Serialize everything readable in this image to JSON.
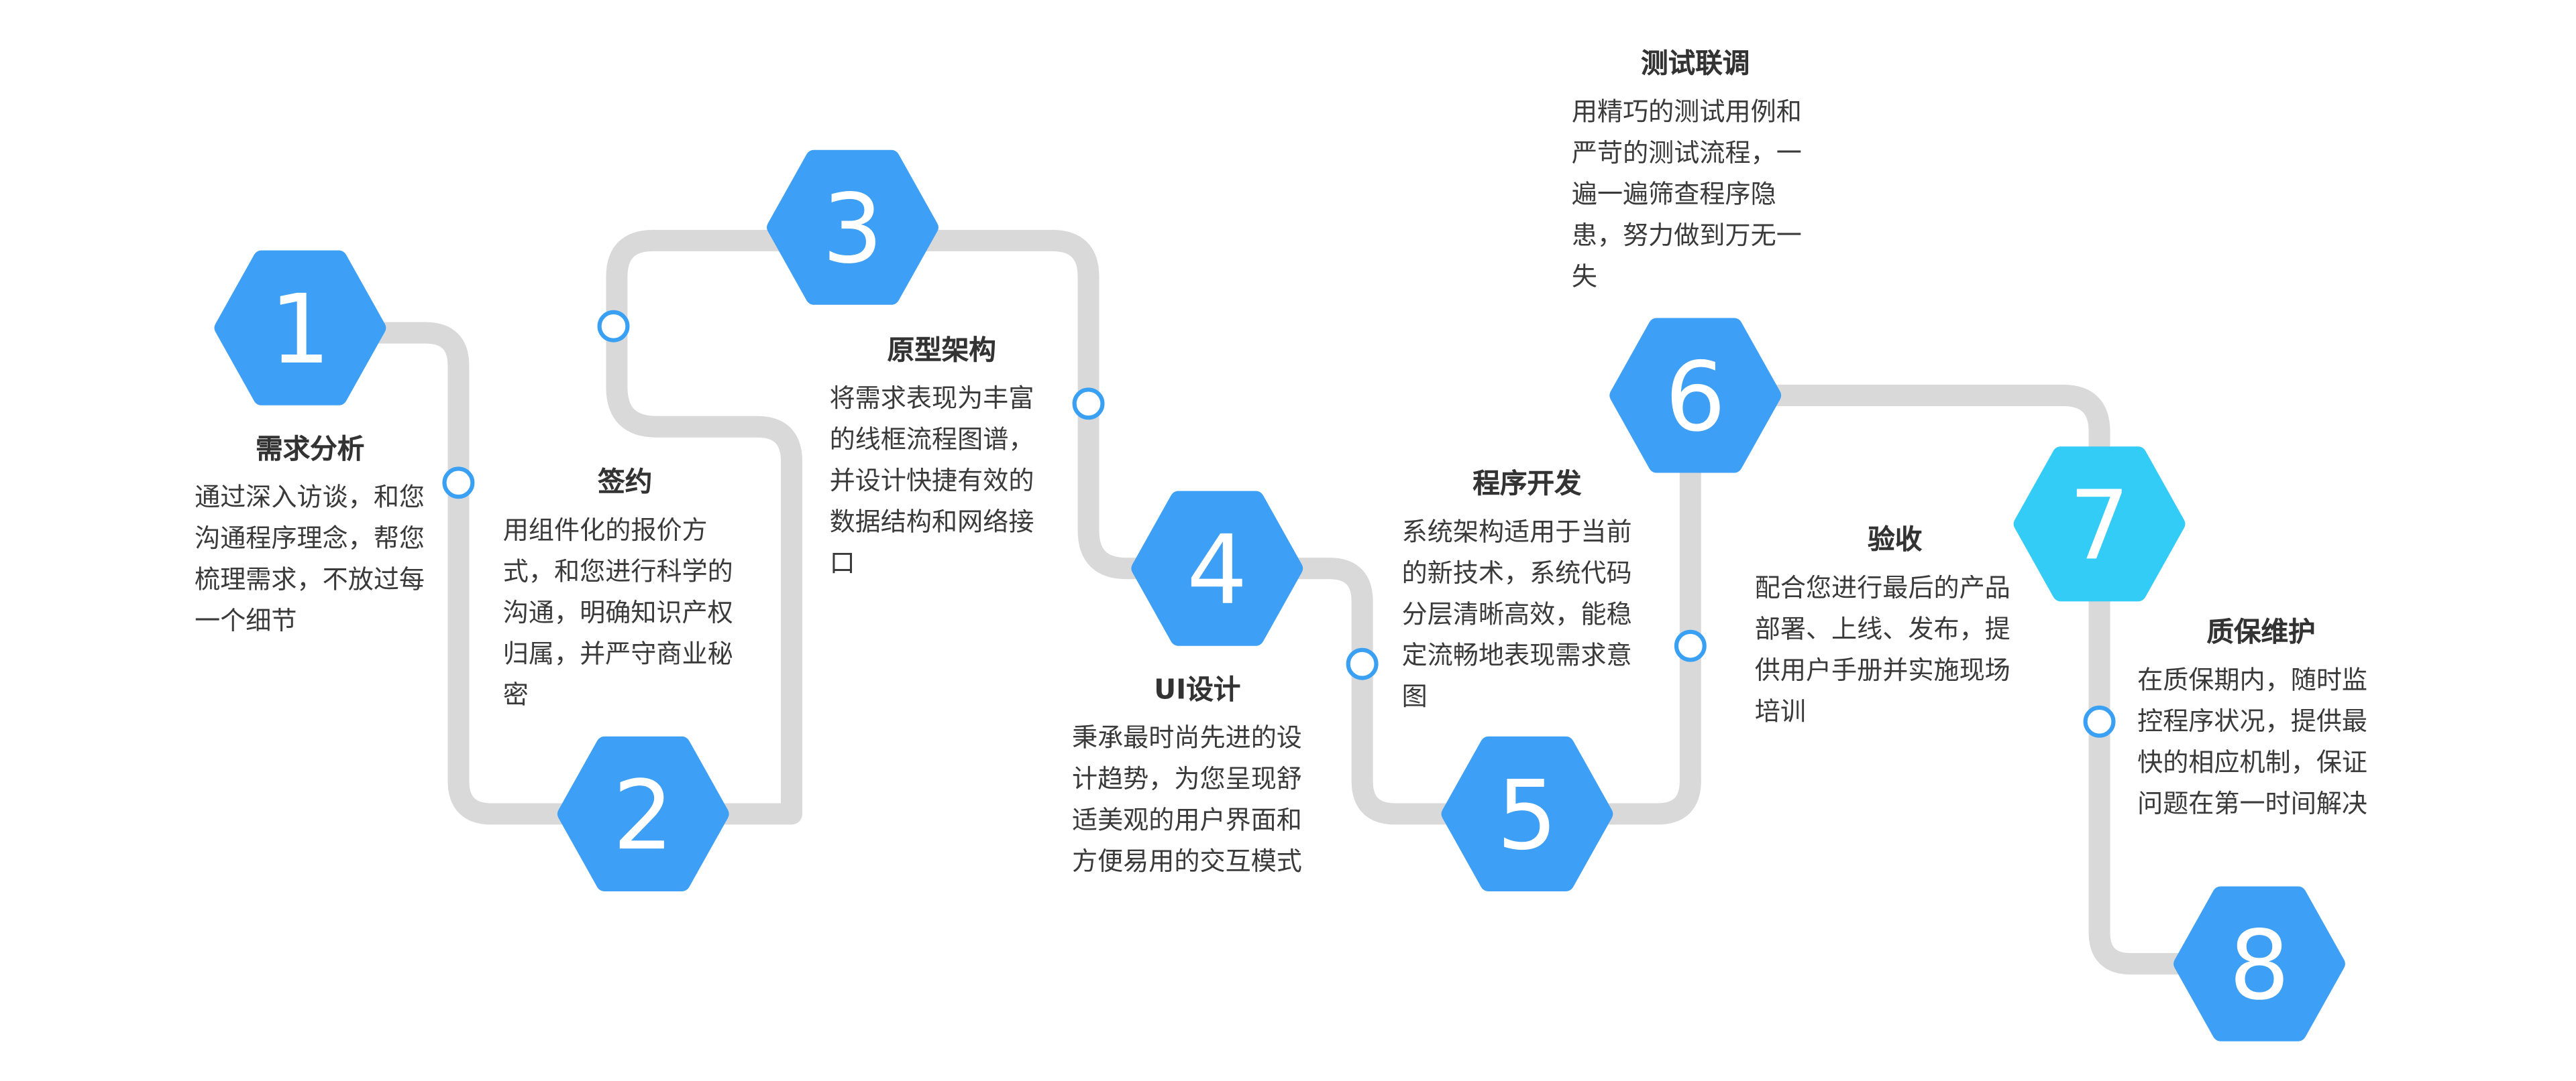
{
  "colors": {
    "path": "#d9d9d9",
    "node_ring": "#3aa0f3",
    "hex_blue": "#3d9ff5",
    "hex_cyan": "#33ccf7"
  },
  "steps": [
    {
      "number": "1",
      "title": "需求分析",
      "desc": "通过深入访谈，和您沟通程序理念，帮您梳理需求，不放过每一个细节"
    },
    {
      "number": "2",
      "title": "签约",
      "desc": "用组件化的报价方式，和您进行科学的沟通，明确知识产权归属，并严守商业秘密"
    },
    {
      "number": "3",
      "title": "原型架构",
      "desc": "将需求表现为丰富的线框流程图谱，并设计快捷有效的数据结构和网络接口"
    },
    {
      "number": "4",
      "title": "UI设计",
      "desc": "秉承最时尚先进的设计趋势，为您呈现舒适美观的用户界面和方便易用的交互模式"
    },
    {
      "number": "5",
      "title": "程序开发",
      "desc": "系统架构适用于当前的新技术，系统代码分层清晰高效，能稳定流畅地表现需求意图"
    },
    {
      "number": "6",
      "title": "测试联调",
      "desc": "用精巧的测试用例和严苛的测试流程，一遍一遍筛查程序隐患，努力做到万无一失"
    },
    {
      "number": "7",
      "title": "验收",
      "desc": "配合您进行最后的产品部署、上线、发布，提供用户手册并实施现场培训"
    },
    {
      "number": "8",
      "title": "质保维护",
      "desc": "在质保期内，随时监控程序状况，提供最快的相应机制，保证问题在第一时间解决"
    }
  ]
}
